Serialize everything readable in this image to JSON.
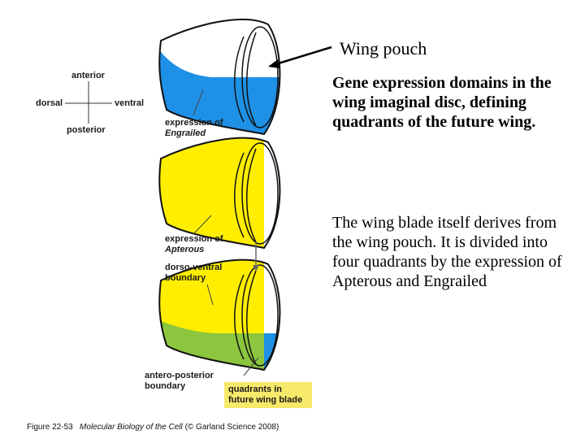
{
  "labels": {
    "wing_pouch": "Wing pouch",
    "anterior": "anterior",
    "posterior": "posterior",
    "dorsal": "dorsal",
    "ventral": "ventral",
    "engrailed_line1": "expression of",
    "engrailed_line2": "Engrailed",
    "apterous_line1": "expression of",
    "apterous_line2": "Apterous",
    "dv_line1": "dorso-ventral",
    "dv_line2": "boundary",
    "ap_line1": "antero-posterior",
    "ap_line2": "boundary",
    "quad_line1": "quadrants in",
    "quad_line2": "future wing blade"
  },
  "text": {
    "heading": "Gene expression domains in the wing imaginal disc, defining quadrants of the future wing.",
    "body": "The wing blade itself derives from the wing pouch. It is divided into four quadrants by the expression of Apterous and Engrailed"
  },
  "caption": {
    "figure": "Figure 22-53",
    "book": "Molecular Biology of the Cell",
    "credit": "(© Garland Science 2008)"
  },
  "colors": {
    "blue": "#1e90e6",
    "yellow": "#ffee00",
    "green": "#8cc63f",
    "quad_box": "#f7e96a",
    "outline": "#111111"
  }
}
